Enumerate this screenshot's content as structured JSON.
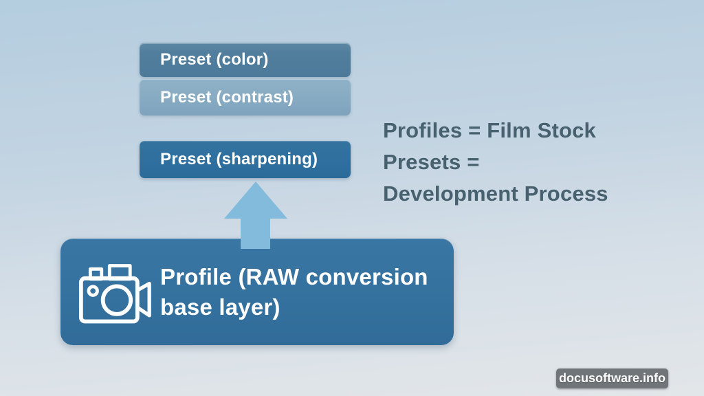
{
  "diagram": {
    "title_context": "Presets vs Profiles diagram",
    "preset_boxes": [
      {
        "id": "color",
        "label": "Preset (color)"
      },
      {
        "id": "contrast",
        "label": "Preset (contrast)"
      },
      {
        "id": "sharpening",
        "label": "Preset (sharpening)"
      }
    ],
    "profile_box": {
      "icon": "camera-icon",
      "label_line1": "Profile (RAW conversion",
      "label_line2": "base layer)"
    },
    "annotation": {
      "line1": "Profiles = Film Stock",
      "line2": "Presets =",
      "line3": "Development Process"
    },
    "arrow": {
      "direction": "up",
      "color": "#82bbdc"
    },
    "watermark": {
      "label": "docusoftware.info",
      "bg": "#6f7578"
    },
    "colors": {
      "background_top": "#b4cddf",
      "background_bottom": "#e2e6e9",
      "preset_color_bg": "#527e9d",
      "preset_contrast_bg": "#87abc2",
      "preset_sharpening_bg": "#2e6f9f",
      "profile_bg": "#35719e",
      "annotation_text": "#47616f",
      "box_text": "#ffffff"
    }
  }
}
